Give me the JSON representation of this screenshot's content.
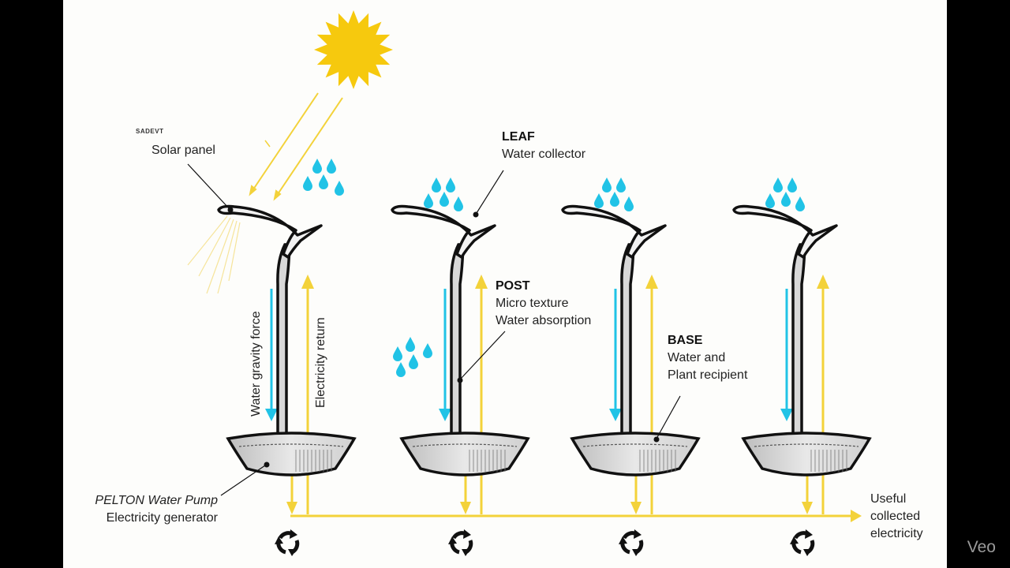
{
  "colors": {
    "background": "#fdfdfb",
    "frame": "#000000",
    "sun": "#f6c90e",
    "electricity": "#f3d23a",
    "water": "#21c3e6",
    "plant_outline": "#111111",
    "text": "#222222"
  },
  "labels": {
    "solar_tag": "SADEVT",
    "solar_panel": "Solar panel",
    "leaf": {
      "title": "LEAF",
      "subtitle": "Water collector"
    },
    "post": {
      "title": "POST",
      "lines": [
        "Micro texture",
        "Water absorption"
      ]
    },
    "base": {
      "title": "BASE",
      "lines": [
        "Water and",
        "Plant recipient"
      ]
    },
    "pump": {
      "title": "PELTON Water Pump",
      "subtitle": "Electricity generator"
    },
    "water_gravity": "Water gravity force",
    "electricity_return": "Electricity return",
    "output": [
      "Useful",
      "collected",
      "electricity"
    ]
  },
  "units": [
    {
      "name": "unit-1",
      "has_sun": true
    },
    {
      "name": "unit-2",
      "has_sun": false
    },
    {
      "name": "unit-3",
      "has_sun": false
    },
    {
      "name": "unit-4",
      "has_sun": false
    }
  ],
  "icons": {
    "sun": "sun-icon",
    "raindrops": "raindrops-icon",
    "recycle": "recycle-icon",
    "arrow_down": "arrow-down-icon",
    "arrow_up": "arrow-up-icon"
  },
  "watermark": "Veo"
}
